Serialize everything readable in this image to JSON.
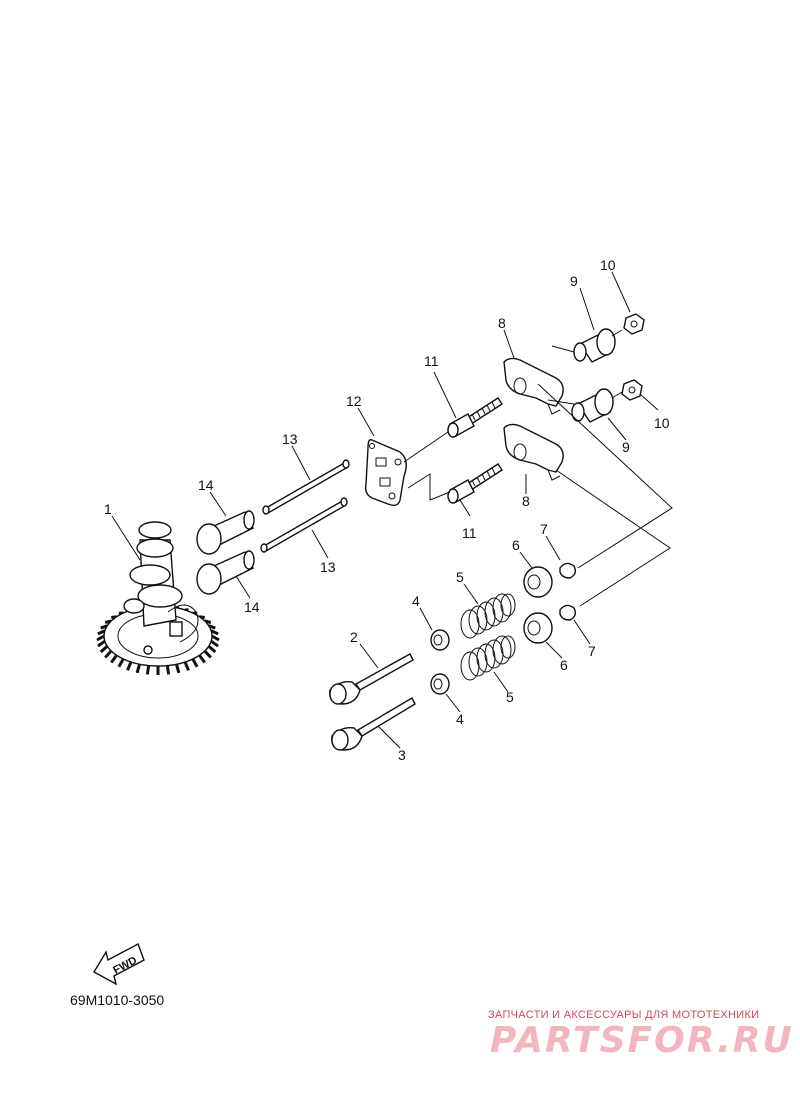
{
  "diagram": {
    "part_labels": {
      "p1": "1",
      "p2": "2",
      "p3": "3",
      "p4a": "4",
      "p4b": "4",
      "p5a": "5",
      "p5b": "5",
      "p6a": "6",
      "p6b": "6",
      "p7a": "7",
      "p7b": "7",
      "p8a": "8",
      "p8b": "8",
      "p9a": "9",
      "p9b": "9",
      "p10a": "10",
      "p10b": "10",
      "p11a": "11",
      "p11b": "11",
      "p12": "12",
      "p13a": "13",
      "p13b": "13",
      "p14a": "14",
      "p14b": "14"
    },
    "fwd_label": "FWD",
    "diagram_code": "69M1010-3050"
  },
  "watermark": {
    "tagline": "ЗАПЧАСТИ И АКСЕССУАРЫ ДЛЯ МОТОТЕХНИКИ",
    "logo": "PARTSFOR.RU",
    "color": "#d24b58"
  }
}
